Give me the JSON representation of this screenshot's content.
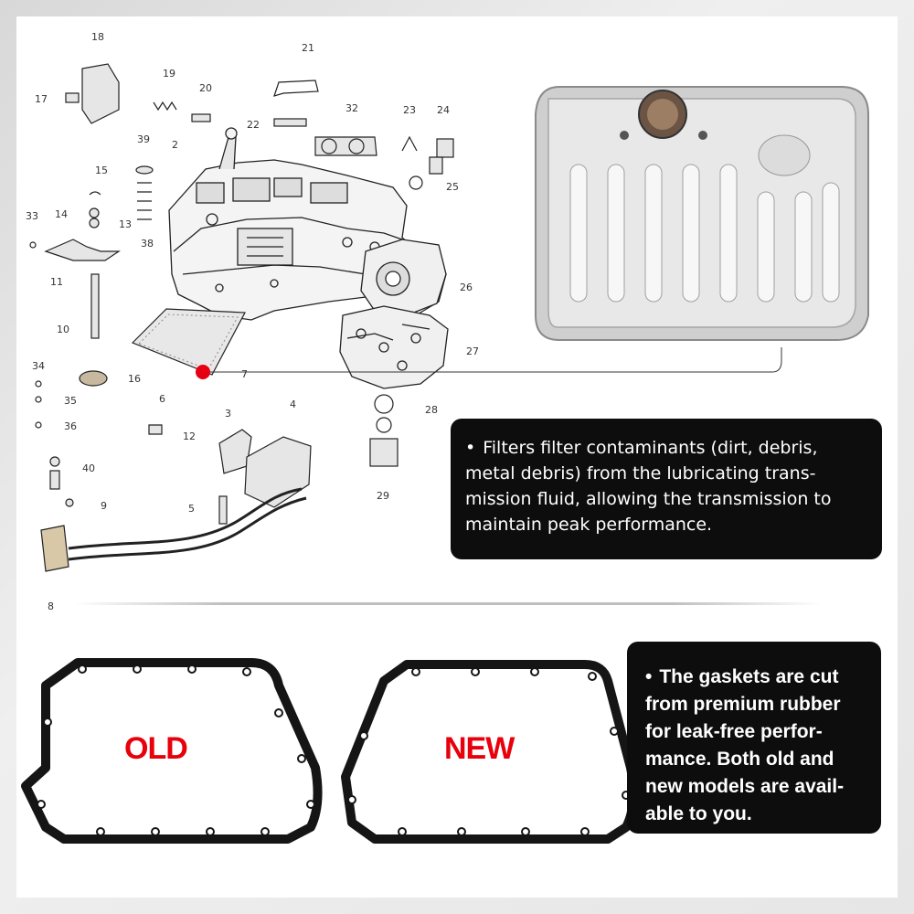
{
  "callouts": {
    "filter": "Filters filter contaminants (dirt, debris, metal debris) from the lubricating trans-mission fluid, allowing the transmission to maintain peak performance.",
    "gasket": "The gaskets are cut from premium rubber for leak-free perfor-mance. Both old and new models are avail-able to you."
  },
  "gasket_labels": {
    "old": "OLD",
    "new": "NEW"
  },
  "part_numbers": {
    "p2": "2",
    "p3": "3",
    "p4": "4",
    "p5": "5",
    "p6": "6",
    "p7": "7",
    "p8": "8",
    "p9": "9",
    "p10": "10",
    "p11": "11",
    "p12": "12",
    "p13": "13",
    "p14": "14",
    "p15": "15",
    "p16": "16",
    "p17": "17",
    "p18": "18",
    "p19": "19",
    "p20": "20",
    "p21": "21",
    "p22": "22",
    "p23": "23",
    "p24": "24",
    "p25": "25",
    "p26": "26",
    "p27": "27",
    "p28": "28",
    "p29": "29",
    "p32": "32",
    "p33": "33",
    "p34": "34",
    "p35": "35",
    "p36": "36",
    "p38": "38",
    "p39": "39",
    "p40": "40"
  },
  "colors": {
    "label_red": "#e8000b",
    "callout_bg": "#0d0d0d",
    "marker_red": "#e60012"
  }
}
